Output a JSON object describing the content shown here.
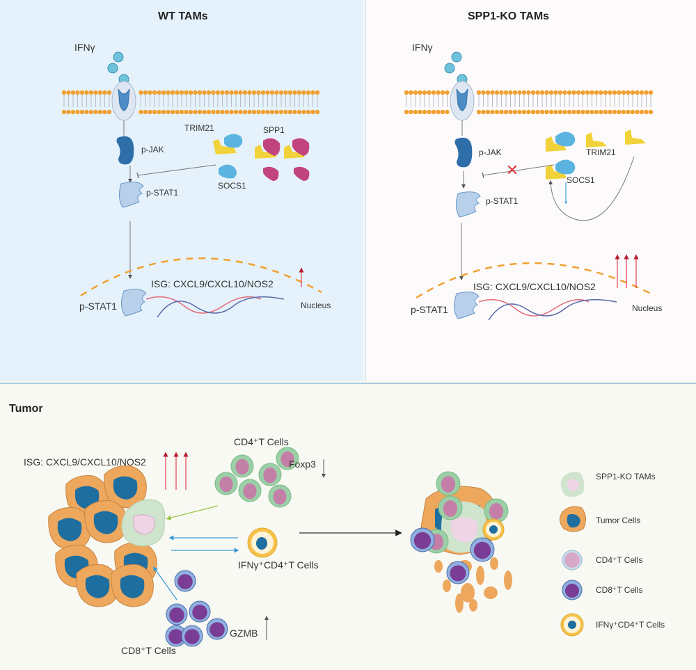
{
  "wt_panel": {
    "title": "WT TAMs",
    "ligand": "IFNγ",
    "jak": "p-JAK",
    "stat1": "p-STAT1",
    "trim21": "TRIM21",
    "spp1": "SPP1",
    "socs1": "SOCS1",
    "isg": "ISG: CXCL9/CXCL10/NOS2",
    "nuclear_stat1": "p-STAT1",
    "nucleus": "Nucleus",
    "isg_up_arrows": 1
  },
  "ko_panel": {
    "title": "SPP1-KO TAMs",
    "ligand": "IFNγ",
    "jak": "p-JAK",
    "stat1": "p-STAT1",
    "trim21": "TRIM21",
    "socs1": "SOCS1",
    "isg": "ISG: CXCL9/CXCL10/NOS2",
    "nuclear_stat1": "p-STAT1",
    "nucleus": "Nucleus",
    "isg_up_arrows": 3,
    "inhibition_blocked_mark": "✕"
  },
  "tumor_panel": {
    "title": "Tumor",
    "isg": "ISG: CXCL9/CXCL10/NOS2",
    "cd4_label": "CD4⁺T Cells",
    "foxp3": "Foxp3",
    "ifng_cd4_label": "IFNγ⁺CD4⁺T Cells",
    "cd8_label": "CD8⁺T Cells",
    "gzmb": "GZMB"
  },
  "legend": {
    "items": [
      {
        "icon": "spp1-ko-tam-icon",
        "label": "SPP1-KO TAMs"
      },
      {
        "icon": "tumor-cell-icon",
        "label": "Tumor Cells"
      },
      {
        "icon": "cd4-t-cell-icon",
        "label": "CD4⁺T Cells"
      },
      {
        "icon": "cd8-t-cell-icon",
        "label": "CD8⁺T Cells"
      },
      {
        "icon": "ifng-cd4-t-cell-icon",
        "label": "IFNγ⁺CD4⁺T Cells"
      }
    ]
  },
  "colors": {
    "wt_bg": "#e5f2fc",
    "ko_bg": "#fdfafc",
    "tumor_bg": "#f8f9f3",
    "membrane_head": "#f0a030",
    "jak_blue": "#2e6ea8",
    "socs1_blue": "#5bb4e0",
    "trim21_yellow": "#f2d23a",
    "spp1_magenta": "#c2447e",
    "nuclear_envelope": "#f0a030",
    "up_arrow_red": "#e04050",
    "tumor_orange": "#eda85e",
    "tumor_nucleus": "#1e6ea0",
    "tam_green": "#cfe4cc",
    "cd4_green": "#9bd0a6",
    "cd4_nucleus": "#c47fa8",
    "cd8_blue": "#8fb0e0",
    "cd8_nucleus": "#7a3d95",
    "ifng_yellow": "#f6c24a"
  }
}
